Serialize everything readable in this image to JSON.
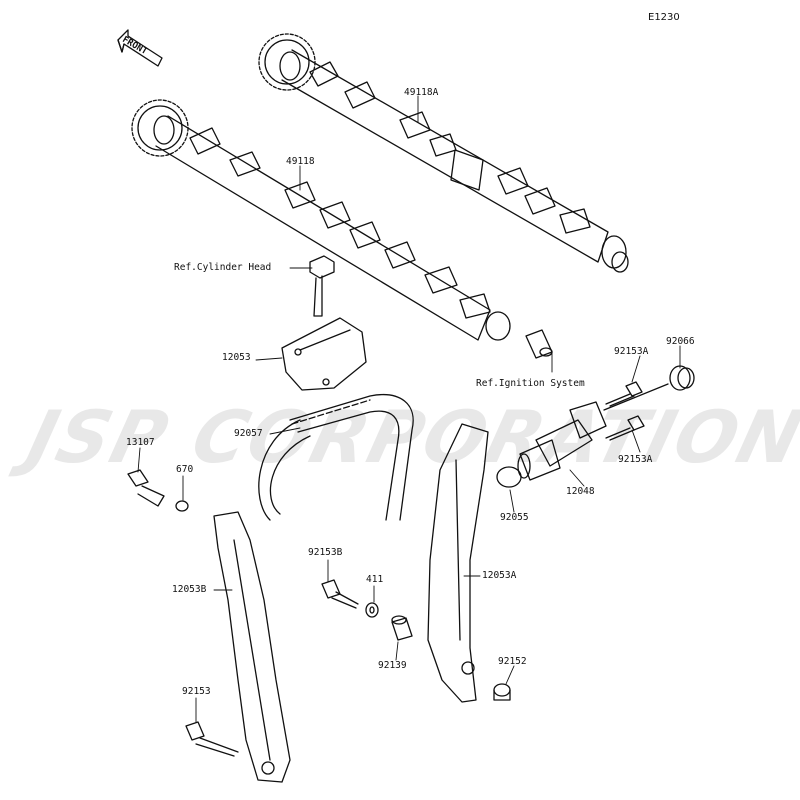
{
  "diagram_code": "E1230",
  "front_label": "FRONT",
  "watermark": "JSP CORPORATION",
  "colors": {
    "line": "#111111",
    "watermark": "#bdbdbd"
  },
  "parts": [
    {
      "id": "p1",
      "label": "49118A"
    },
    {
      "id": "p2",
      "label": "49118"
    },
    {
      "id": "p3",
      "label": "Ref.Cylinder Head"
    },
    {
      "id": "p4",
      "label": "12053"
    },
    {
      "id": "p5",
      "label": "Ref.Ignition System"
    },
    {
      "id": "p6",
      "label": "92153A"
    },
    {
      "id": "p7",
      "label": "92066"
    },
    {
      "id": "p8",
      "label": "92057"
    },
    {
      "id": "p9",
      "label": "13107"
    },
    {
      "id": "p10",
      "label": "670"
    },
    {
      "id": "p11",
      "label": "92153A"
    },
    {
      "id": "p12",
      "label": "12048"
    },
    {
      "id": "p13",
      "label": "92055"
    },
    {
      "id": "p14",
      "label": "12053A"
    },
    {
      "id": "p15",
      "label": "12053B"
    },
    {
      "id": "p16",
      "label": "92153B"
    },
    {
      "id": "p17",
      "label": "411"
    },
    {
      "id": "p18",
      "label": "92139"
    },
    {
      "id": "p19",
      "label": "92152"
    },
    {
      "id": "p20",
      "label": "92153"
    }
  ]
}
